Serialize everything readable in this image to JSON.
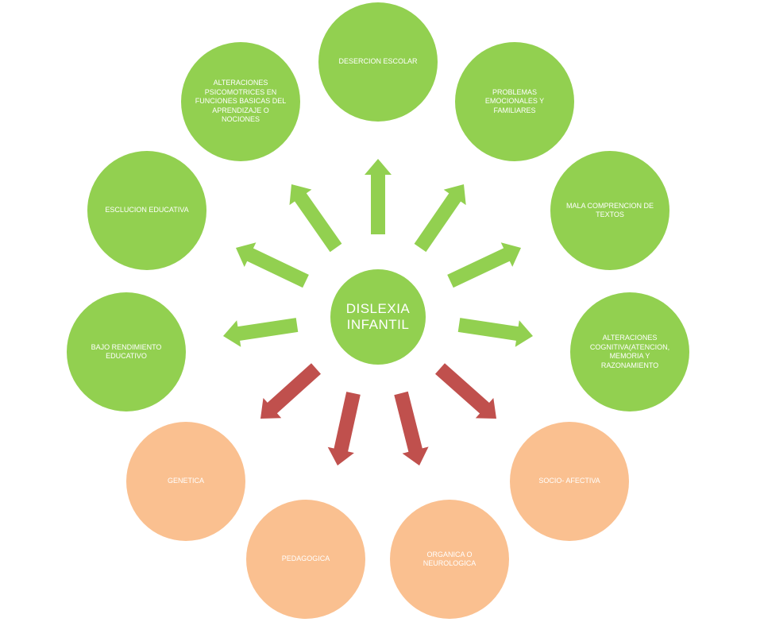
{
  "diagram": {
    "center": {
      "label": "DISLEXIA\nINFANTIL",
      "color": "#92d050"
    },
    "consequences": [
      {
        "id": "desercion",
        "label": "DESERCION ESCOLAR"
      },
      {
        "id": "problemas",
        "label": "PROBLEMAS EMOCIONALES Y FAMILIARES"
      },
      {
        "id": "mala",
        "label": "MALA COMPRENCION DE TEXTOS"
      },
      {
        "id": "cognitiva",
        "label": "ALTERACIONES COGNITIVA(ATENCION, MEMORIA Y RAZONAMIENTO"
      },
      {
        "id": "bajo",
        "label": "BAJO RENDIMIENTO EDUCATIVO"
      },
      {
        "id": "esclucion",
        "label": "ESCLUCION EDUCATIVA"
      },
      {
        "id": "psicomotrices",
        "label": "ALTERACIONES PSICOMOTRICES EN FUNCIONES BASICAS DEL APRENDIZAJE O NOCIONES"
      }
    ],
    "causes": [
      {
        "id": "genetica",
        "label": "GENETICA"
      },
      {
        "id": "pedagogica",
        "label": "PEDAGOGICA"
      },
      {
        "id": "organica",
        "label": "ORGANICA O NEUROLOGICA"
      },
      {
        "id": "socio",
        "label": "SOCIO- AFECTIVA"
      }
    ],
    "colors": {
      "consequence_fill": "#92d050",
      "cause_fill": "#fac090",
      "consequence_arrow": "#92d050",
      "cause_arrow": "#c0504d"
    }
  }
}
